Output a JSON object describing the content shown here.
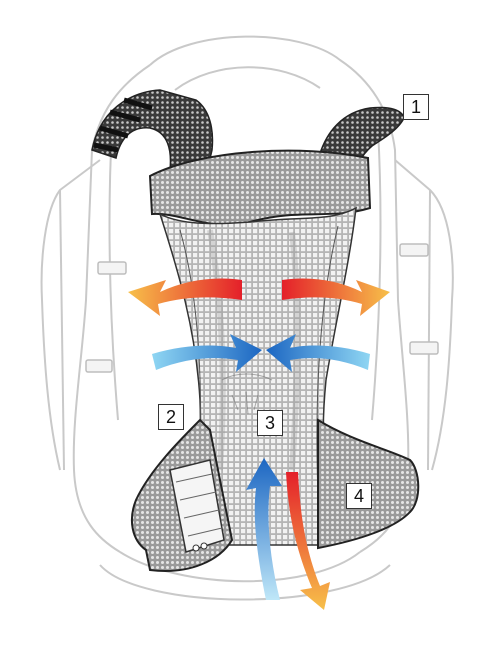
{
  "callouts": [
    {
      "id": "1",
      "label": "1"
    },
    {
      "id": "2",
      "label": "2"
    },
    {
      "id": "3",
      "label": "3"
    },
    {
      "id": "4",
      "label": "4"
    }
  ],
  "colors": {
    "outline": "#c9c9c9",
    "frame_dark": "#2e2e2e",
    "mesh_light": "#e9e9e9",
    "warm_start": "#f7c04a",
    "warm_end": "#e4202a",
    "cool_start": "#2aa9e0",
    "cool_end": "#1c66c2"
  },
  "icons": [
    "backpack-outline",
    "shoulder-strap",
    "back-panel-mesh",
    "hip-belt",
    "airflow-arrow-warm",
    "airflow-arrow-cool"
  ]
}
